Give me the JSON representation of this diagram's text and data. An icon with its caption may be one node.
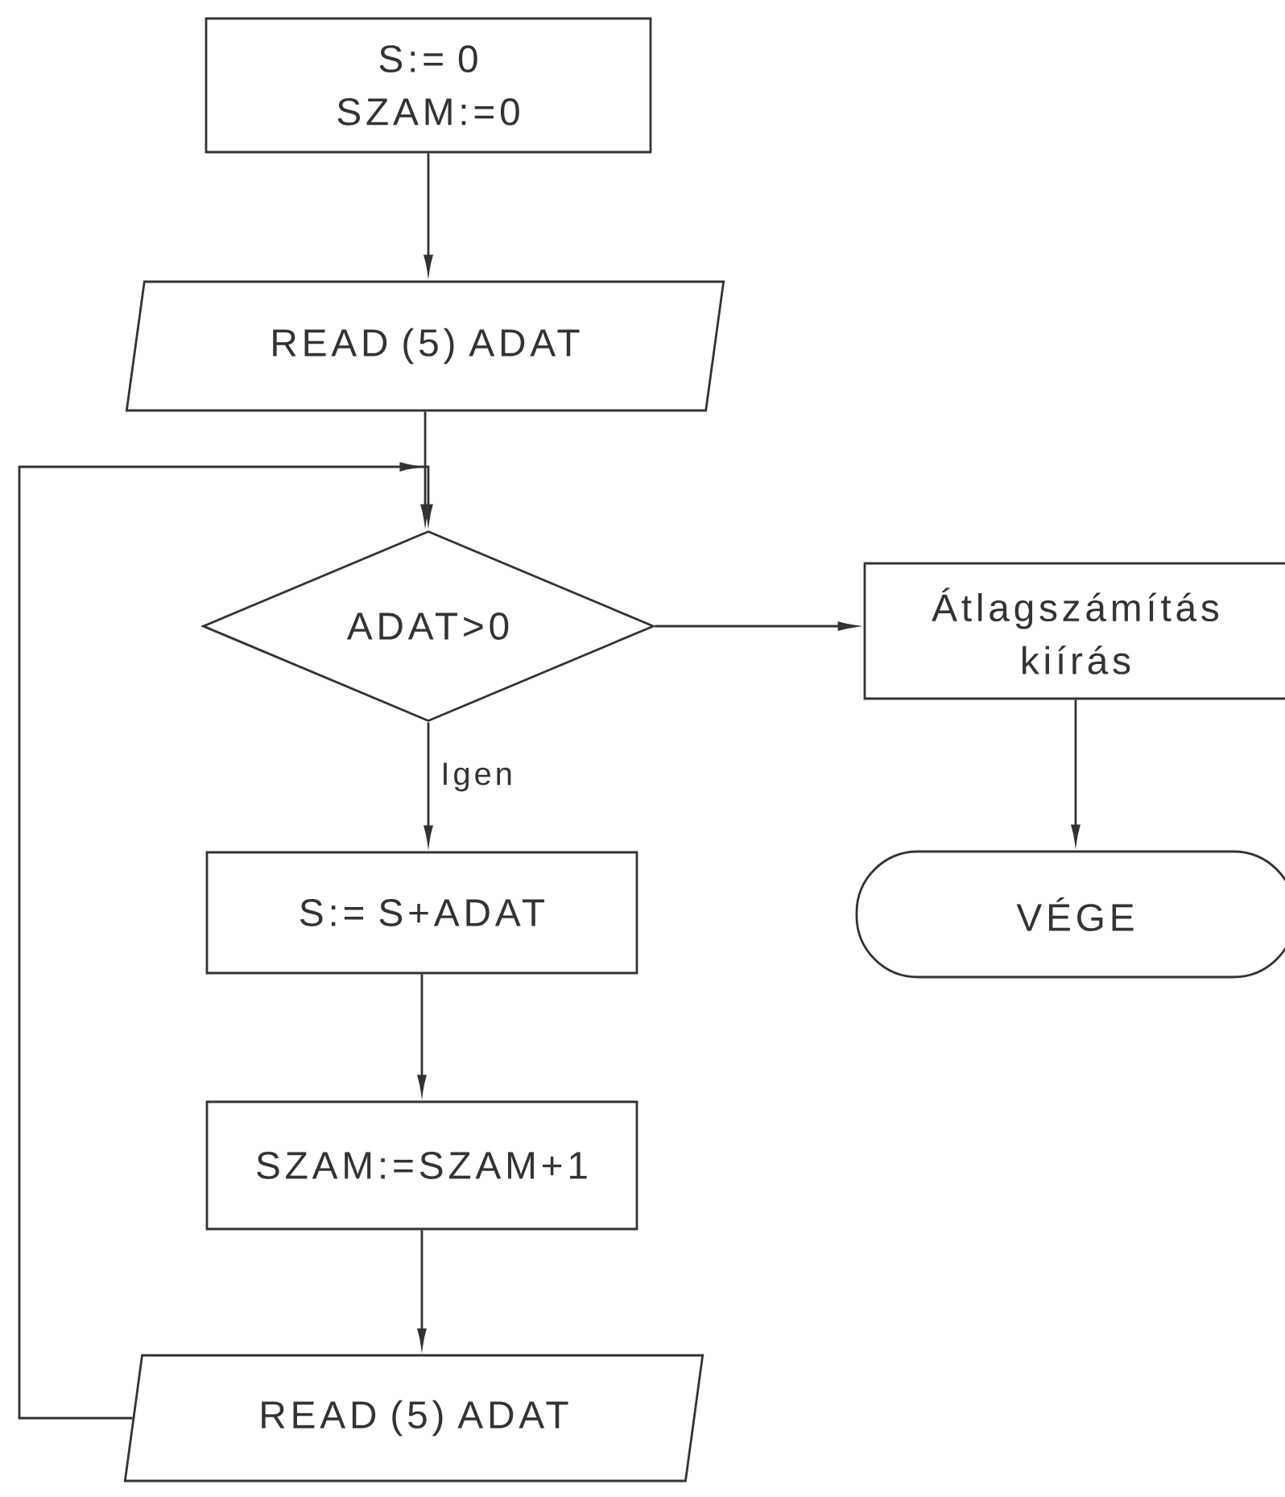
{
  "diagram": {
    "nodes": [
      {
        "text": [
          "S:= 0 SZAM:=0"
        ]
      },
      {
        "text": [
          "READ (5) ADAT"
        ]
      },
      {
        "text": [
          "ADAT>0"
        ]
      },
      {
        "text": [
          "Átlagszámítás kiírás"
        ]
      },
      {
        "text": [
          "VÉGE"
        ]
      },
      {
        "text": [
          "S:= S+ADAT"
        ]
      },
      {
        "text": [
          "SZAM:=SZAM+1"
        ]
      },
      {
        "text": [
          "READ (5) ADAT"
        ]
      }
    ],
    "edges": [
      {
        "from": 0,
        "to": 1,
        "arrow": "to"
      },
      {
        "from": 1,
        "to": 2,
        "arrow": "to"
      },
      {
        "from": 2,
        "to": 3,
        "arrow": "to"
      },
      {
        "from": 3,
        "to": 4,
        "arrow": "to"
      },
      {
        "from": 2,
        "to": 5,
        "arrow": "to",
        "label": "Igen"
      },
      {
        "from": 5,
        "to": 6,
        "arrow": "to"
      },
      {
        "from": 6,
        "to": 7,
        "arrow": "to"
      },
      {
        "from": 7,
        "to": 2,
        "arrow": "to"
      }
    ]
  }
}
